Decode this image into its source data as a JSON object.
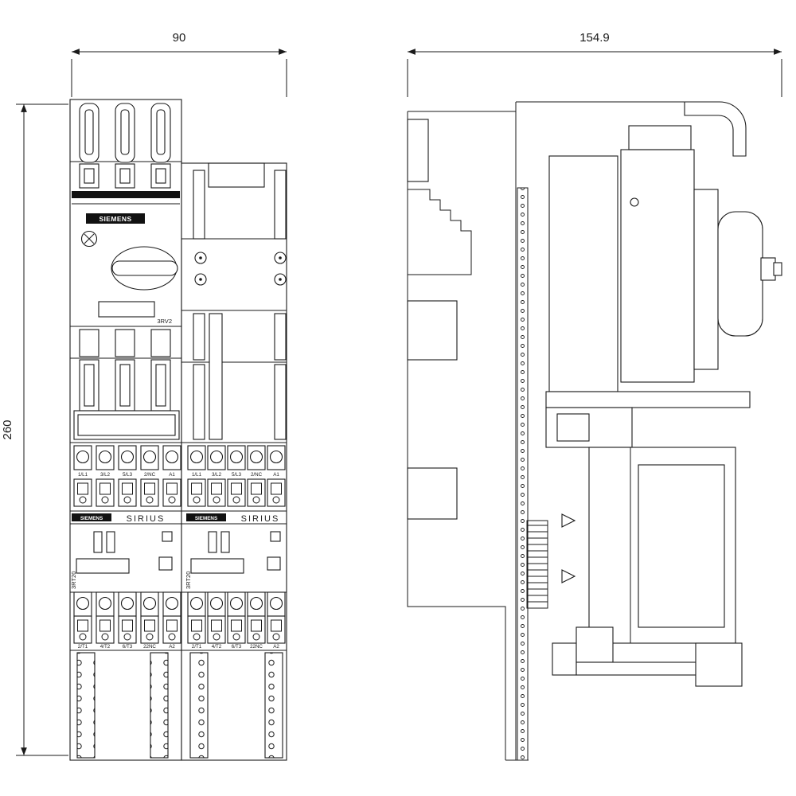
{
  "dimensions": {
    "front_width": "90",
    "side_depth": "154.9",
    "height": "260"
  },
  "front": {
    "brand": "SIEMENS",
    "breaker_model": "3RV2",
    "unit_brand": "SIEMENS",
    "unit_series": "SIRIUS",
    "unit_model": "3RT20",
    "terminals_top": [
      "1/L1",
      "3/L2",
      "5/L3",
      "2/NC",
      "A1"
    ],
    "terminals_bottom": [
      "2/T1",
      "4/T2",
      "6/T3",
      "22NC",
      "A2"
    ]
  }
}
